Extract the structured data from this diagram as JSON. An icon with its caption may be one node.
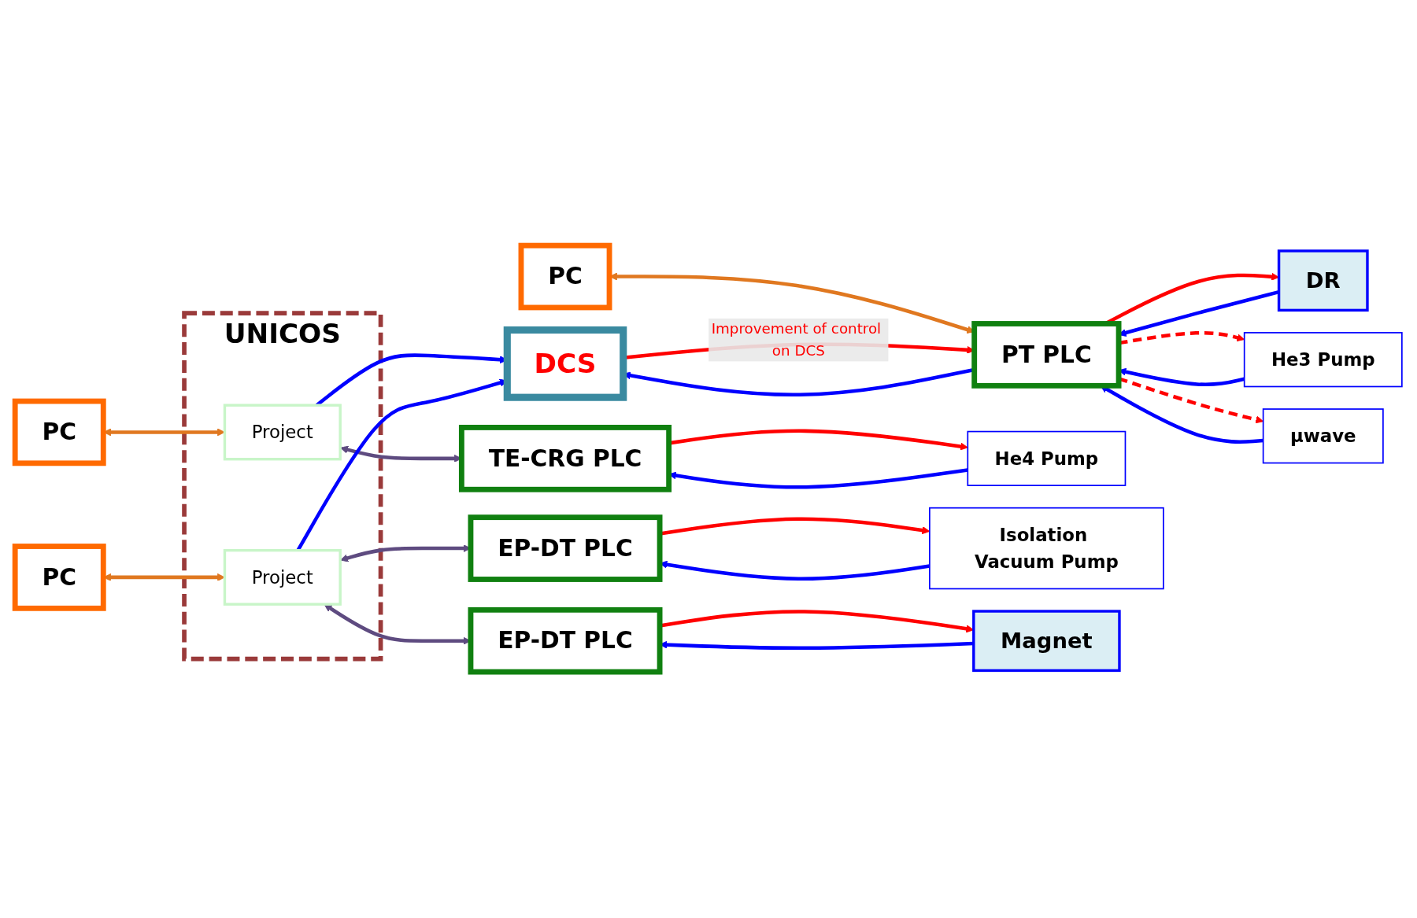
{
  "diagram": {
    "nodes": [
      {
        "text": [
          "DCS"
        ]
      },
      {
        "text": [
          "PC"
        ]
      },
      {
        "text": [
          "PT PLC"
        ]
      },
      {
        "text": [
          "DR"
        ]
      },
      {
        "text": [
          "He3 Pump"
        ]
      },
      {
        "text": [
          "µwave"
        ]
      },
      {
        "text": [
          "UNICOS"
        ]
      },
      {
        "text": [
          "PC"
        ]
      },
      {
        "text": [
          "Project"
        ],
        "in": 6
      },
      {
        "text": [
          "TE-CRG PLC"
        ]
      },
      {
        "text": [
          "He4 Pump"
        ]
      },
      {
        "text": [
          "EP-DT PLC"
        ]
      },
      {
        "text": [
          "Isolation Vacuum Pump"
        ]
      },
      {
        "text": [
          "PC"
        ]
      },
      {
        "text": [
          "Project"
        ],
        "in": 6
      },
      {
        "text": [
          "EP-DT PLC"
        ]
      },
      {
        "text": [
          "Magnet"
        ]
      }
    ],
    "edges": [
      {
        "from": 1,
        "to": 2,
        "arrow": "both",
        "color": "#e07820"
      },
      {
        "from": 2,
        "to": 0,
        "arrow": "to",
        "color": "#0000ff"
      },
      {
        "from": 0,
        "to": 2,
        "arrow": "to",
        "label": "Improvement of control on DCS",
        "color": "#ff0000"
      },
      {
        "from": 3,
        "to": 2,
        "arrow": "to",
        "color": "#0000ff"
      },
      {
        "from": 2,
        "to": 3,
        "arrow": "to",
        "color": "#ff0000"
      },
      {
        "from": 4,
        "to": 2,
        "arrow": "to",
        "color": "#0000ff"
      },
      {
        "from": 2,
        "to": 4,
        "arrow": "to",
        "style": "dashed",
        "color": "#ff0000"
      },
      {
        "from": 5,
        "to": 2,
        "arrow": "to",
        "color": "#0000ff"
      },
      {
        "from": 2,
        "to": 5,
        "arrow": "to",
        "style": "dashed",
        "color": "#ff0000"
      },
      {
        "from": 7,
        "to": 8,
        "arrow": "both",
        "color": "#e07820"
      },
      {
        "from": 8,
        "to": 0,
        "arrow": "to",
        "color": "#0000ff"
      },
      {
        "from": 8,
        "to": 9,
        "arrow": "both",
        "color": "#5e4b80"
      },
      {
        "from": 10,
        "to": 9,
        "arrow": "to",
        "color": "#0000ff"
      },
      {
        "from": 9,
        "to": 10,
        "arrow": "to",
        "color": "#ff0000"
      },
      {
        "from": 13,
        "to": 14,
        "arrow": "both",
        "color": "#e07820"
      },
      {
        "from": 14,
        "to": 0,
        "arrow": "to",
        "color": "#0000ff"
      },
      {
        "from": 14,
        "to": 11,
        "arrow": "both",
        "color": "#5e4b80"
      },
      {
        "from": 14,
        "to": 15,
        "arrow": "both",
        "color": "#5e4b80"
      },
      {
        "from": 12,
        "to": 11,
        "arrow": "to",
        "color": "#0000ff"
      },
      {
        "from": 11,
        "to": 12,
        "arrow": "to",
        "color": "#ff0000"
      },
      {
        "from": 16,
        "to": 15,
        "arrow": "to",
        "color": "#0000ff"
      },
      {
        "from": 15,
        "to": 16,
        "arrow": "to",
        "color": "#ff0000"
      }
    ]
  }
}
